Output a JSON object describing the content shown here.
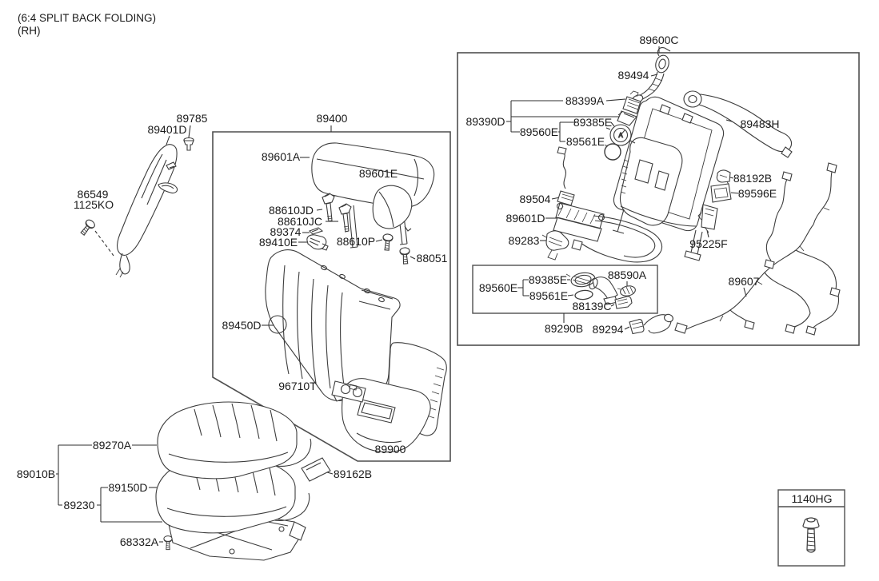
{
  "header": {
    "line1": "(6:4 SPLIT BACK FOLDING)",
    "line2": "(RH)"
  },
  "colors": {
    "background": "#ffffff",
    "drawing_line": "#3c3c3c",
    "box_border": "#4f4f4f",
    "label_text": "#1a1a1a"
  },
  "groups": {
    "seat_back_assembly": "89400",
    "seat_frame_assembly": "89600C",
    "vent_kit_assembly": "89290B",
    "fastener_kit": "1140HG"
  },
  "parts": {
    "p89785": "89785",
    "p89401D": "89401D",
    "p86549": "86549",
    "p1125KO": "1125KO",
    "p89601A": "89601A",
    "p89601E": "89601E",
    "p88610JD": "88610JD",
    "p88610JC": "88610JC",
    "p89374": "89374",
    "p89410E": "89410E",
    "p88610P": "88610P",
    "p88051": "88051",
    "p89450D": "89450D",
    "p96710T": "96710T",
    "p89900": "89900",
    "p89162B": "89162B",
    "p89270A": "89270A",
    "p89010B": "89010B",
    "p89150D": "89150D",
    "p89230": "89230",
    "p68332A": "68332A",
    "p89494": "89494",
    "p88399A": "88399A",
    "p89390D": "89390D",
    "p89385E_upper": "89385E",
    "p89560E_upper": "89560E",
    "p89561E_upper": "89561E",
    "p89483H": "89483H",
    "p88192B": "88192B",
    "p89596E": "89596E",
    "p89504": "89504",
    "p89601D": "89601D",
    "p89283": "89283",
    "p95225F": "95225F",
    "p89607": "89607",
    "p89560E_lower": "89560E",
    "p89385E_lower": "89385E",
    "p89561E_lower": "89561E",
    "p88590A": "88590A",
    "p88139C": "88139C",
    "p89294": "89294",
    "disc_marking": "A"
  }
}
